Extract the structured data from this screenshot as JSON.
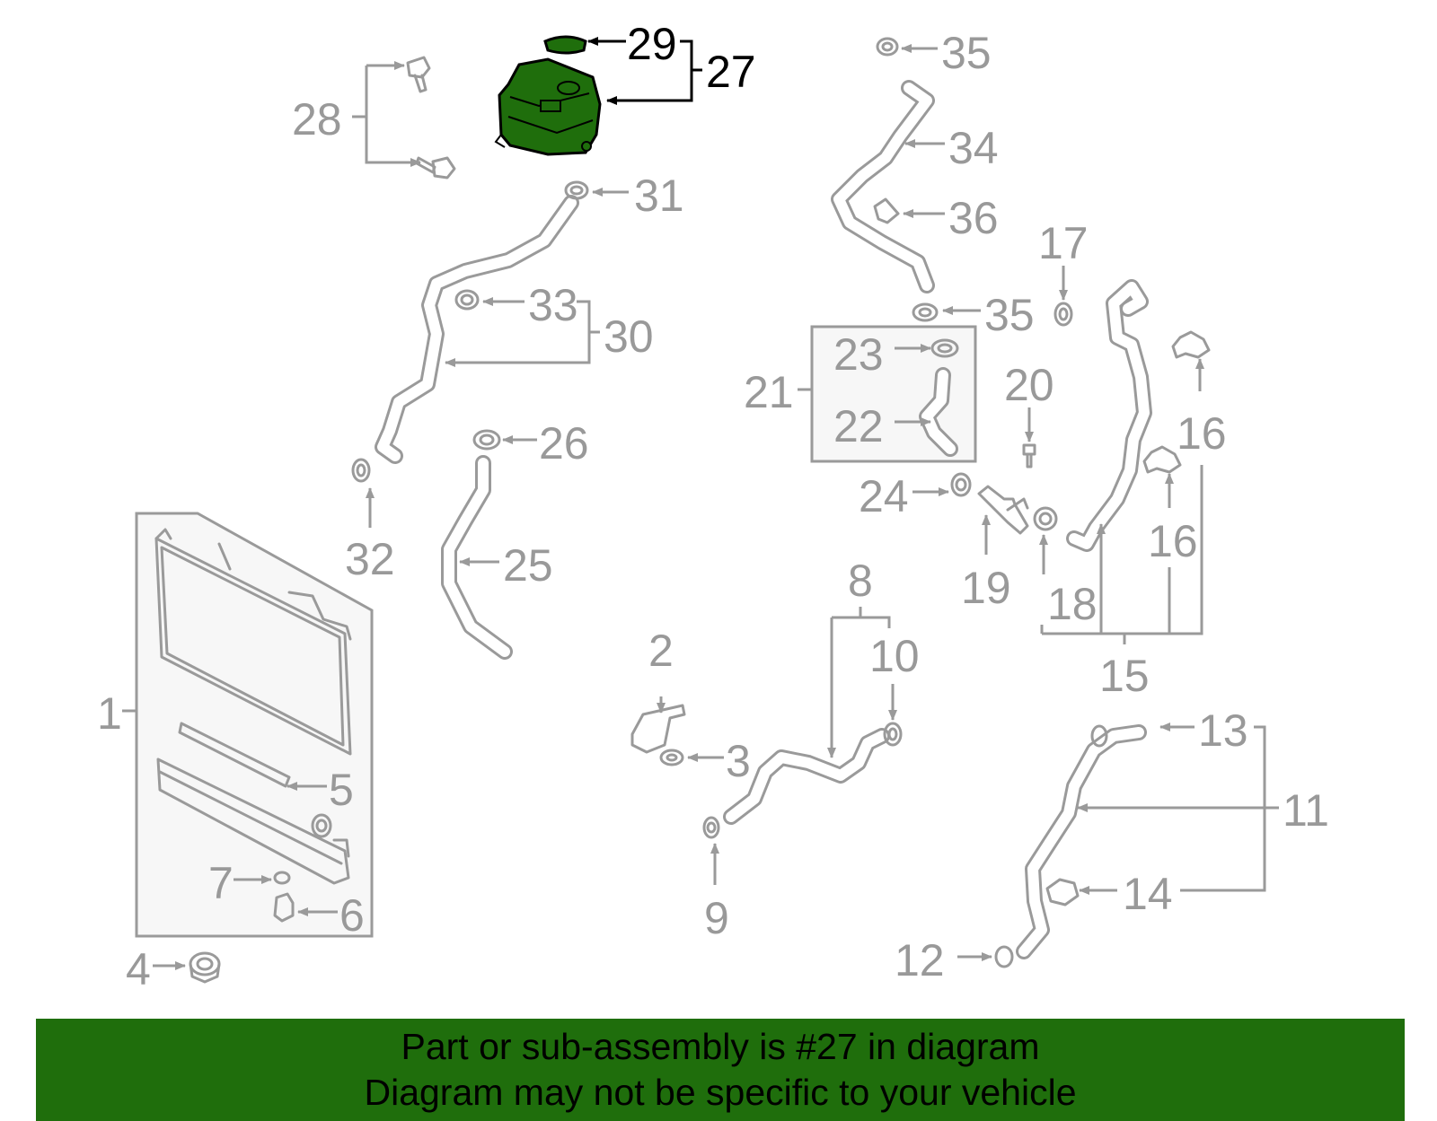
{
  "highlight_color": "#1f6e0c",
  "callouts": {
    "c1": "1",
    "c2": "2",
    "c3": "3",
    "c4": "4",
    "c5": "5",
    "c6": "6",
    "c7": "7",
    "c8": "8",
    "c9": "9",
    "c10": "10",
    "c11": "11",
    "c12": "12",
    "c13": "13",
    "c14": "14",
    "c15": "15",
    "c16a": "16",
    "c16b": "16",
    "c17": "17",
    "c18": "18",
    "c19": "19",
    "c20": "20",
    "c21": "21",
    "c22": "22",
    "c23": "23",
    "c24": "24",
    "c25": "25",
    "c26": "26",
    "c27": "27",
    "c28": "28",
    "c29": "29",
    "c30": "30",
    "c31": "31",
    "c32": "32",
    "c33": "33",
    "c34": "34",
    "c35a": "35",
    "c35b": "35",
    "c36": "36"
  },
  "banner": {
    "line1": "Part or sub-assembly is #27 in diagram",
    "line2": "Diagram may not be specific to your vehicle"
  }
}
